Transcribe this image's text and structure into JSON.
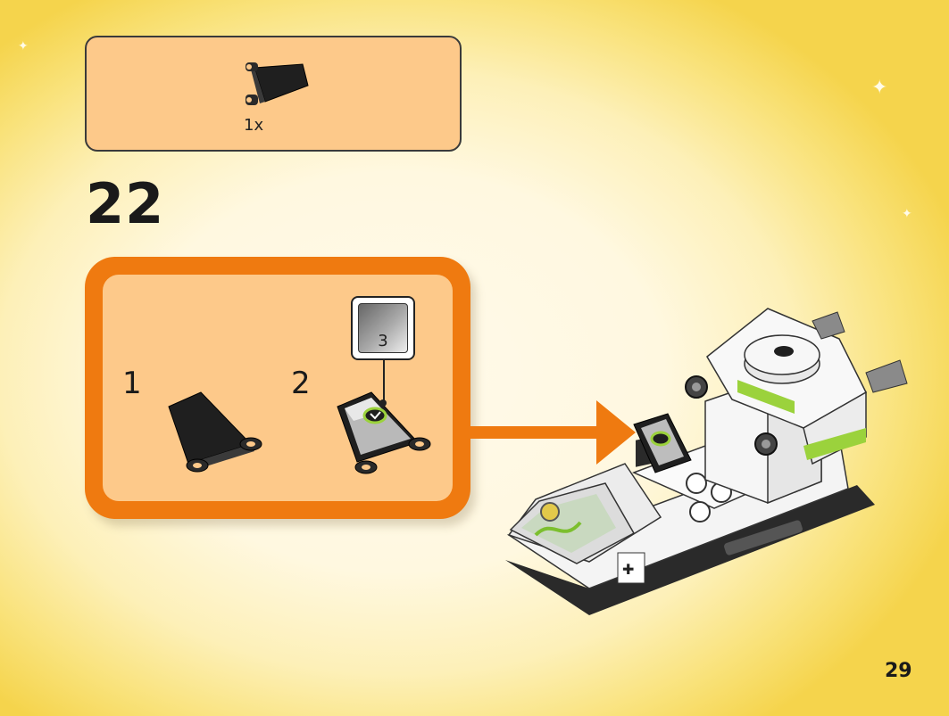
{
  "parts_list": {
    "items": [
      {
        "name": "flag-plate-icon",
        "quantity": "1x"
      }
    ]
  },
  "step": {
    "number": "22",
    "substeps": [
      {
        "number": "1"
      },
      {
        "number": "2"
      }
    ],
    "sticker": {
      "number": "3"
    }
  },
  "page": {
    "number": "29"
  },
  "colors": {
    "orange_frame": "#ef7a10",
    "panel_fill": "#fdc98a",
    "accent_green": "#9bd23c"
  }
}
